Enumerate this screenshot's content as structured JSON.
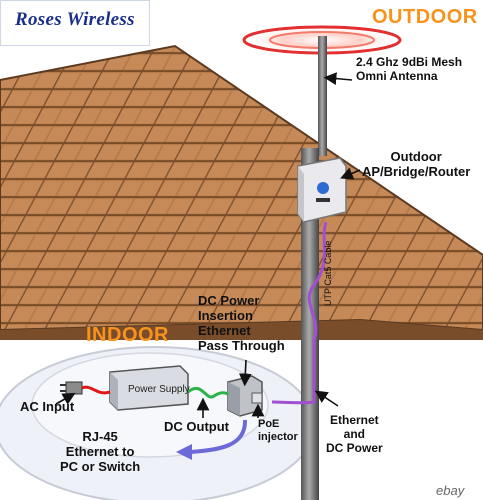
{
  "brand": {
    "logo_text": "Roses Wireless",
    "color": "#1b2f8a"
  },
  "zones": {
    "outdoor": "OUTDOOR",
    "indoor": "INDOOR",
    "accent": "#f7931e"
  },
  "labels": {
    "antenna": "2.4 Ghz 9dBi Mesh\nOmni Antenna",
    "ap": "Outdoor\nAP/Bridge/Router",
    "dc_power": "DC Power\nInsertion\nEthernet\nPass Through",
    "cable": "UTP Cat5 Cable",
    "ac_input": "AC Input",
    "power_supply": "Power Supply",
    "dc_output": "DC Output",
    "poe": "PoE\ninjector",
    "eth_dc": "Ethernet\nand\nDC Power",
    "rj45": "RJ-45\nEthernet to\nPC or Switch"
  },
  "watermark": "ebay",
  "colors": {
    "cable_purple": "#a24fd1",
    "dc_green": "#2bb24a",
    "ac_red": "#e01818",
    "rj45_blue": "#6b6ad8",
    "roof": "#b57a4a"
  }
}
